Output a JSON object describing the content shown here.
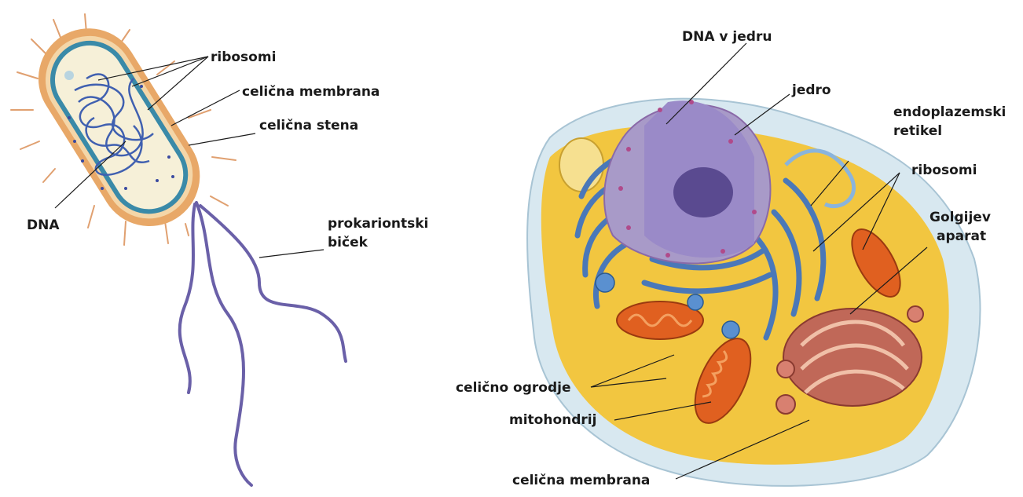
{
  "prokaryote": {
    "labels": {
      "ribosomes": "ribosomi",
      "cell_membrane": "celična membrana",
      "cell_wall": "celična stena",
      "dna": "DNA",
      "flagellum_line1": "prokariontski",
      "flagellum_line2": "biček"
    }
  },
  "eukaryote": {
    "labels": {
      "dna_in_nucleus": "DNA v jedru",
      "nucleus": "jedro",
      "er_line1": "endoplazemski",
      "er_line2": "retikel",
      "ribosomes": "ribosomi",
      "golgi_line1": "Golgijev",
      "golgi_line2": "aparat",
      "cytoskeleton": "celično ogrodje",
      "mitochondrion": "mitohondrij",
      "cell_membrane": "celična membrana"
    }
  },
  "colors": {
    "prokaryote_wall": "#e8a868",
    "prokaryote_membrane": "#3a8aa8",
    "prokaryote_cytoplasm": "#f6f0d8",
    "dna": "#4060b0",
    "flagellum": "#6a60a8",
    "eukaryote_outer": "#d8e8f0",
    "cytoplasm": "#f2c640",
    "nucleus": "#9a8ac8",
    "nucleolus": "#5a4a90",
    "er": "#4a78b8",
    "golgi": "#c06858",
    "mitochondrion": "#e06020"
  }
}
